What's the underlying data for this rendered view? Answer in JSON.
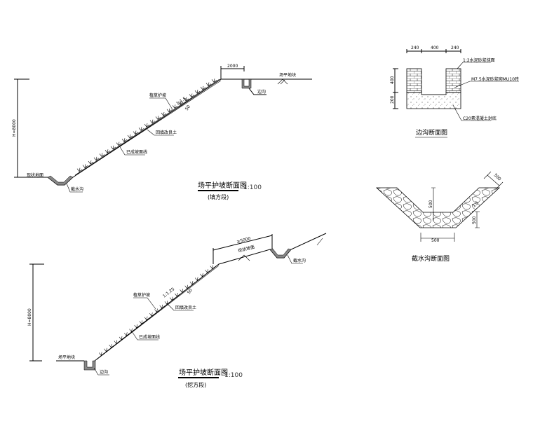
{
  "fill_section": {
    "title": "场平护坡断面图",
    "scale": "1:100",
    "subtitle": "(填方段)",
    "height_dim": "H=8000",
    "top_dim": "2000",
    "slope_ratio": "1:1.5",
    "slope_thick": "50",
    "labels": {
      "platform": "场平地块",
      "side_ditch": "边沟",
      "grass": "植草护坡",
      "backfill": "回填改良土",
      "slope_line": "已成坡面线",
      "ground": "现状地面",
      "intercept": "截水沟"
    }
  },
  "cut_section": {
    "title": "场平护坡断面图",
    "scale": "1:100",
    "subtitle": "(挖方段)",
    "height_dim": "H=8000",
    "top_dim": "≥5000",
    "slope_ratio": "1:1.25",
    "slope_thick": "50",
    "labels": {
      "existing_slope": "现状坡面",
      "intercept": "截水沟",
      "grass": "植草护坡",
      "backfill": "回填改良土",
      "slope_line": "已成坡面线",
      "platform": "场平地块",
      "side_ditch": "边沟"
    }
  },
  "side_ditch_detail": {
    "title": "边沟断面图",
    "dims_top": [
      "240",
      "400",
      "240"
    ],
    "dims_left": [
      "400",
      "200"
    ],
    "notes": [
      "1:2水泥砂浆抹面",
      "M7.5水泥砂浆砌MU10砖",
      "C20素混凝土封底"
    ]
  },
  "intercept_ditch_detail": {
    "title": "截水沟断面图",
    "slope_ratio": "1:1",
    "dim_depth": "500",
    "dim_side": "500",
    "dim_thick": "500",
    "dim_bottom": "500"
  }
}
